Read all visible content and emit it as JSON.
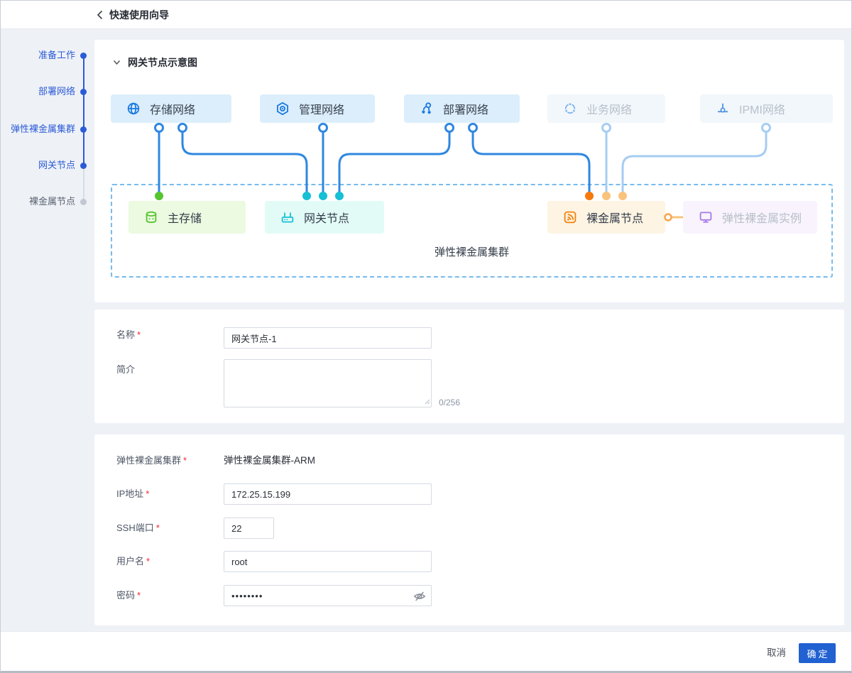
{
  "header": {
    "title": "快速使用向导"
  },
  "stepper": {
    "steps": [
      {
        "label": "准备工作",
        "state": "done"
      },
      {
        "label": "部署网络",
        "state": "done"
      },
      {
        "label": "弹性裸金属集群",
        "state": "done"
      },
      {
        "label": "网关节点",
        "state": "done"
      },
      {
        "label": "裸金属节点",
        "state": "pending"
      }
    ]
  },
  "diagram": {
    "section_title": "网关节点示意图",
    "cluster_label": "弹性裸金属集群",
    "networks": [
      {
        "label": "存储网络",
        "icon": "globe-icon",
        "state": "active"
      },
      {
        "label": "管理网络",
        "icon": "settings-hex-icon",
        "state": "active"
      },
      {
        "label": "部署网络",
        "icon": "share-nodes-icon",
        "state": "active"
      },
      {
        "label": "业务网络",
        "icon": "cluster-icon",
        "state": "disabled"
      },
      {
        "label": "IPMI网络",
        "icon": "terminal-icon",
        "state": "disabled"
      }
    ],
    "nodes": [
      {
        "label": "主存储",
        "icon": "database-icon",
        "color": "green"
      },
      {
        "label": "网关节点",
        "icon": "router-icon",
        "color": "cyan"
      },
      {
        "label": "裸金属节点",
        "icon": "rss-icon",
        "color": "orange"
      },
      {
        "label": "弹性裸金属实例",
        "icon": "monitor-icon",
        "color": "purple"
      }
    ]
  },
  "form_basic": {
    "name_label": "名称",
    "name_value": "网关节点-1",
    "desc_label": "简介",
    "desc_value": "",
    "desc_counter": "0/256"
  },
  "form_cluster": {
    "cluster_label": "弹性裸金属集群",
    "cluster_value": "弹性裸金属集群-ARM",
    "ip_label": "IP地址",
    "ip_value": "172.25.15.199",
    "ssh_label": "SSH端口",
    "ssh_value": "22",
    "user_label": "用户名",
    "user_value": "root",
    "password_label": "密码",
    "password_value": "••••••••"
  },
  "footer": {
    "cancel_label": "取消",
    "ok_label": "确定"
  },
  "required_marker": "*",
  "colors": {
    "step_blue": "#2b5bd7",
    "line_blue": "#2f87e0",
    "line_light_blue": "#a6cdf2",
    "net_box_bg": "#dceefb",
    "net_box_disabled_bg": "#f2f7fb",
    "green": "#55c42e",
    "cyan": "#17c0d4",
    "orange": "#f6790b",
    "orange_light": "#f9c37c",
    "purple": "#a678e8",
    "primary_button": "#2161d1",
    "dashed_border": "#79bbec"
  }
}
